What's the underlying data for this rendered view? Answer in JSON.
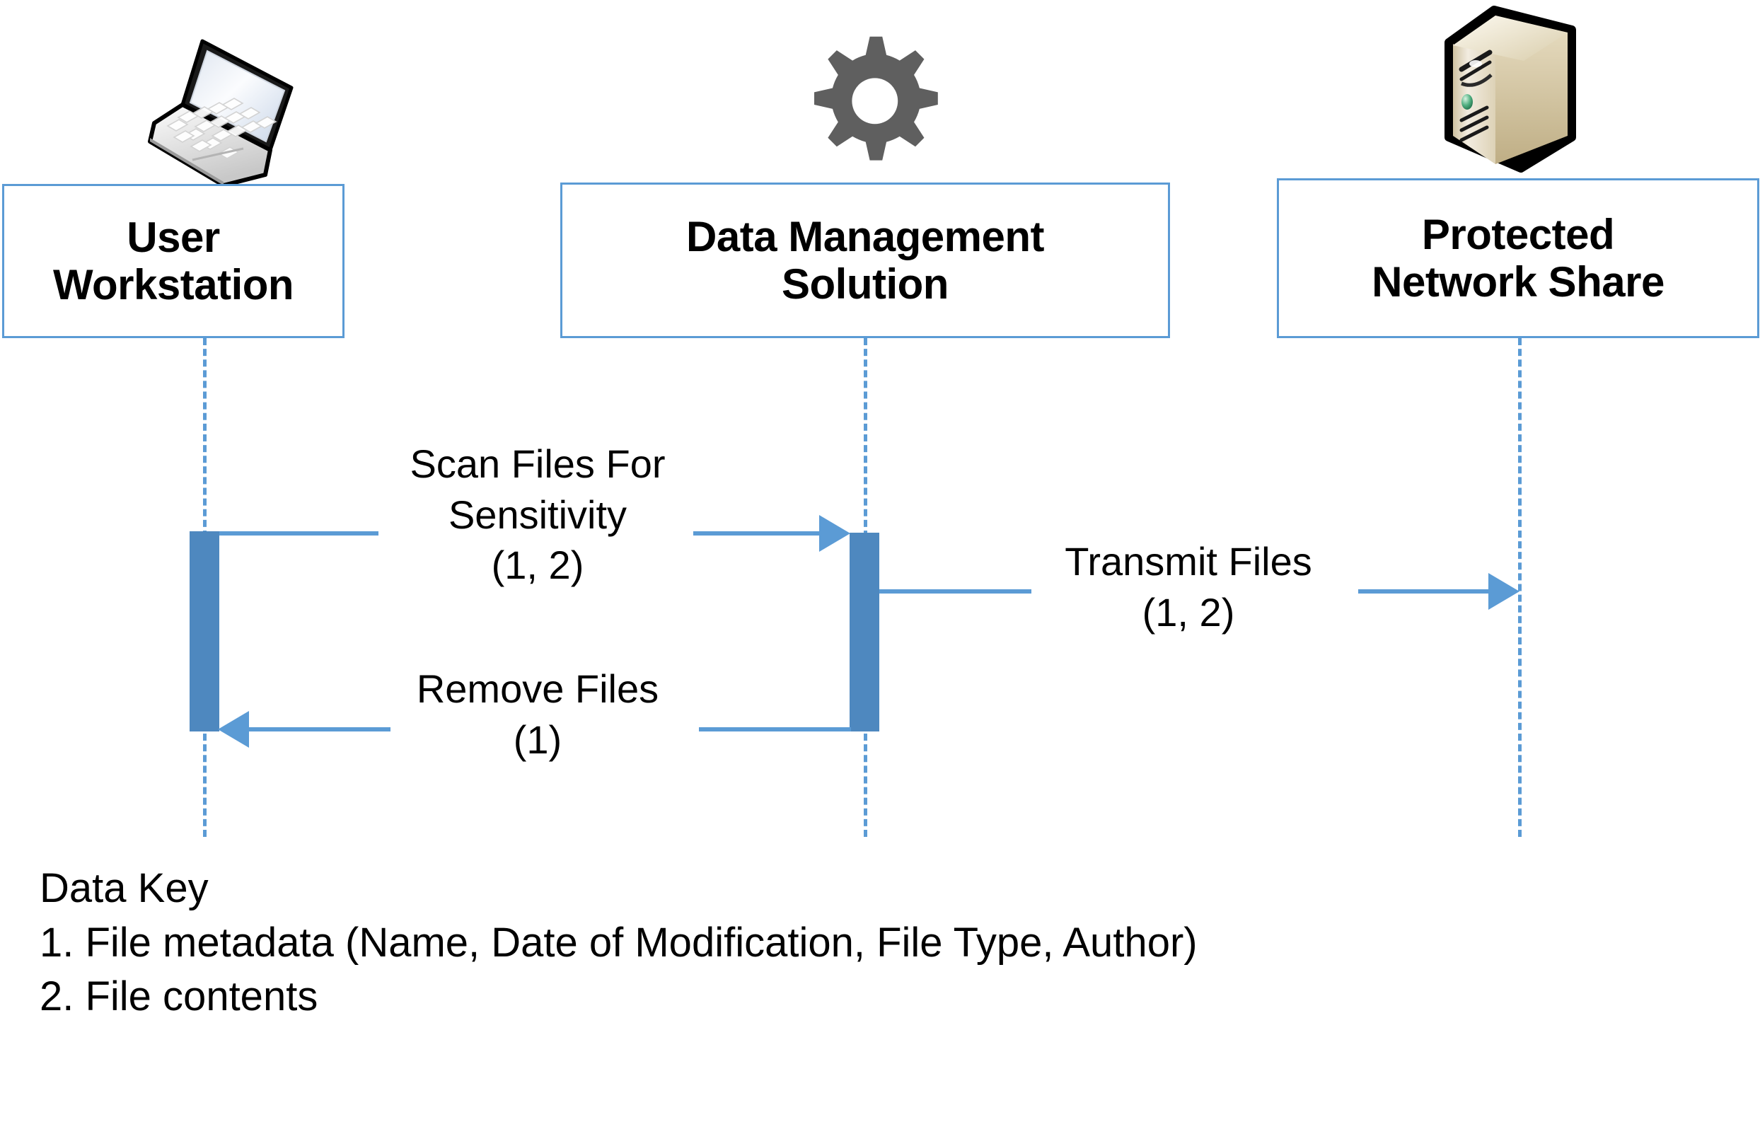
{
  "diagram": {
    "type": "sequence-diagram",
    "accent_color": "#5B9BD5",
    "activation_color": "#4E88BF",
    "text_color": "#000000",
    "background": "#ffffff"
  },
  "actors": [
    {
      "id": "user-workstation",
      "label": "User\nWorkstation",
      "icon": "laptop-icon"
    },
    {
      "id": "data-management-solution",
      "label": "Data Management\nSolution",
      "icon": "gear-icon"
    },
    {
      "id": "protected-network-share",
      "label": "Protected\nNetwork Share",
      "icon": "server-icon"
    }
  ],
  "messages": [
    {
      "id": "scan-files-for-sensitivity",
      "label": "Scan Files For\nSensitivity\n(1, 2)",
      "from": "user-workstation",
      "to": "data-management-solution",
      "direction": "right"
    },
    {
      "id": "transmit-files",
      "label": "Transmit Files\n(1, 2)",
      "from": "data-management-solution",
      "to": "protected-network-share",
      "direction": "right"
    },
    {
      "id": "remove-files",
      "label": "Remove Files\n(1)",
      "from": "data-management-solution",
      "to": "user-workstation",
      "direction": "left"
    }
  ],
  "data_key": {
    "title": "Data Key",
    "items": [
      "1. File metadata (Name, Date of Modification, File Type, Author)",
      "2. File contents"
    ]
  }
}
